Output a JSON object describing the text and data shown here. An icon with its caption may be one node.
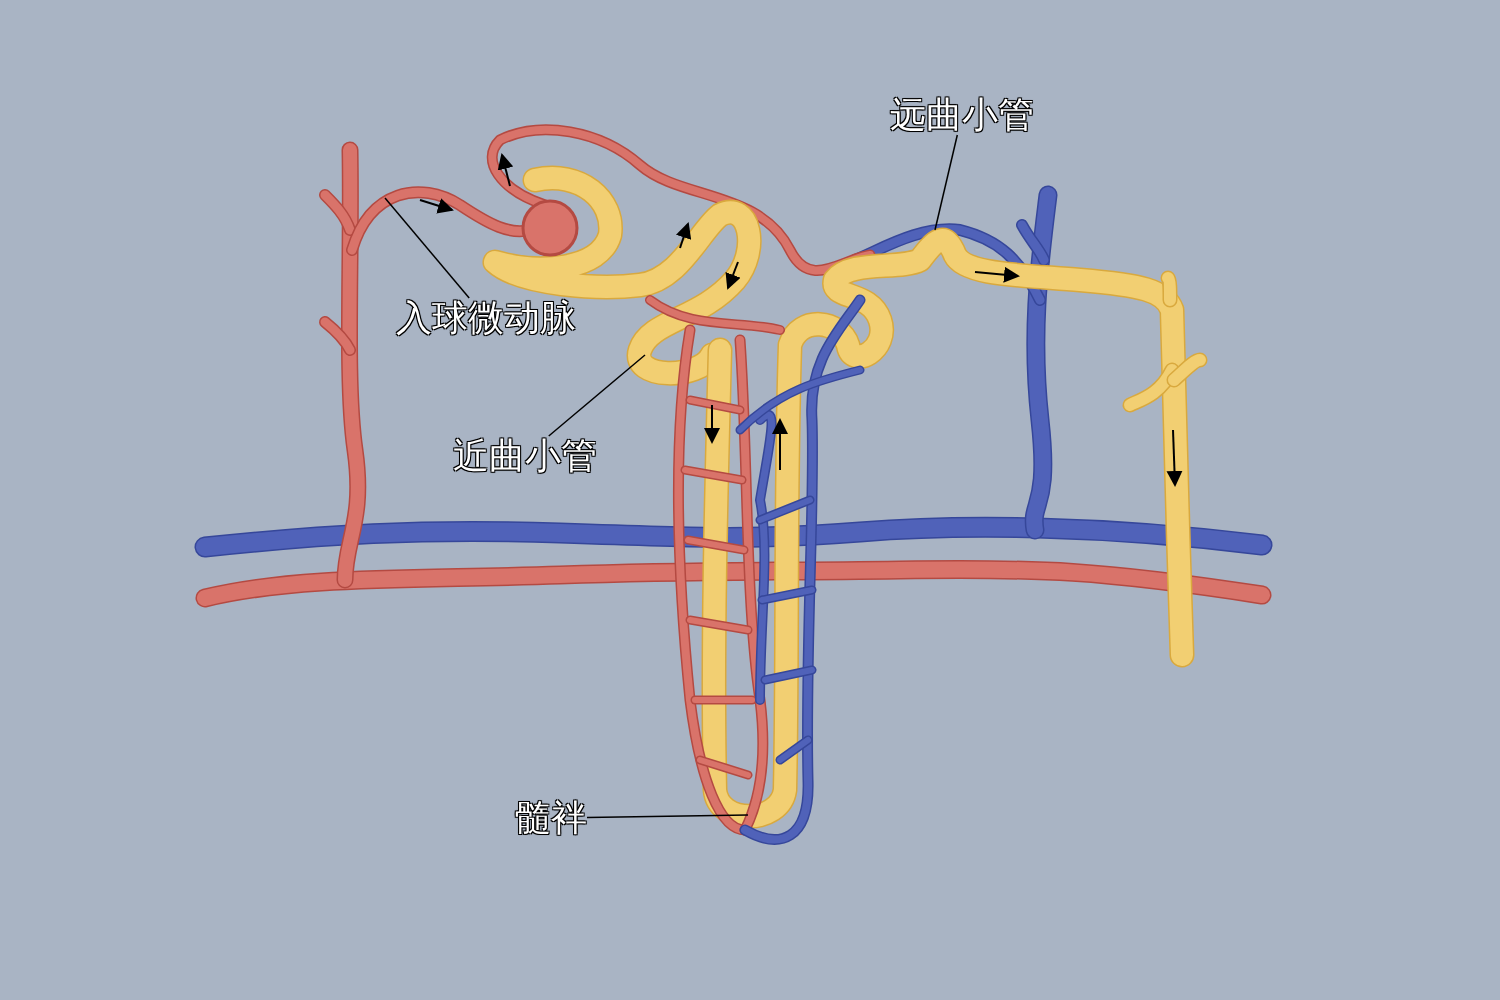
{
  "diagram": {
    "nodes": [
      {
        "text": [
          "远曲小管"
        ]
      },
      {
        "text": [
          "入球微动脉"
        ]
      },
      {
        "text": [
          "近曲小管"
        ]
      },
      {
        "text": [
          "髓袢"
        ]
      }
    ],
    "edges": [
      {
        "from": 0,
        "to": null,
        "arrow": "none"
      },
      {
        "from": 1,
        "to": null,
        "arrow": "none"
      },
      {
        "from": 2,
        "to": null,
        "arrow": "none"
      },
      {
        "from": 3,
        "to": null,
        "arrow": "none"
      }
    ]
  }
}
